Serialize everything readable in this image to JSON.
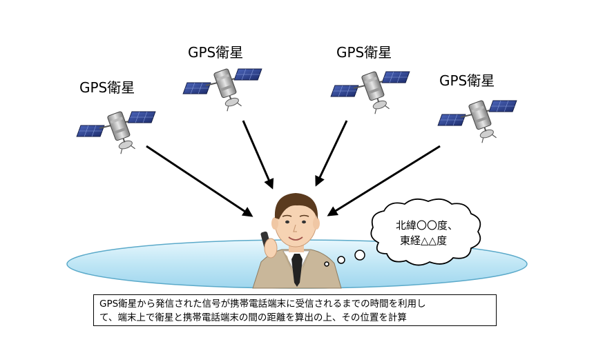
{
  "satellites": [
    {
      "label": "GPS衛星"
    },
    {
      "label": "GPS衛星"
    },
    {
      "label": "GPS衛星"
    },
    {
      "label": "GPS衛星"
    }
  ],
  "thought": {
    "line1": "北緯〇〇度、",
    "line2": "東経△△度"
  },
  "caption": {
    "line1": "GPS衛星から発信された信号が携帯電話端末に受信されるまでの時間を利用し",
    "line2": "て、端末上で衛星と携帯電話端末の間の距離を算出の上、その位置を計算"
  },
  "colors": {
    "ground_fill": "#bfe6f5",
    "ground_stroke": "#5aa9c9",
    "panel_blue": "#2a3f8f",
    "suit": "#c9b79a",
    "hair": "#5a3a1e",
    "skin": "#f6d3b3"
  },
  "icons": [
    "satellite-icon",
    "person-with-phone-icon",
    "thought-bubble-icon",
    "arrow-icon"
  ]
}
